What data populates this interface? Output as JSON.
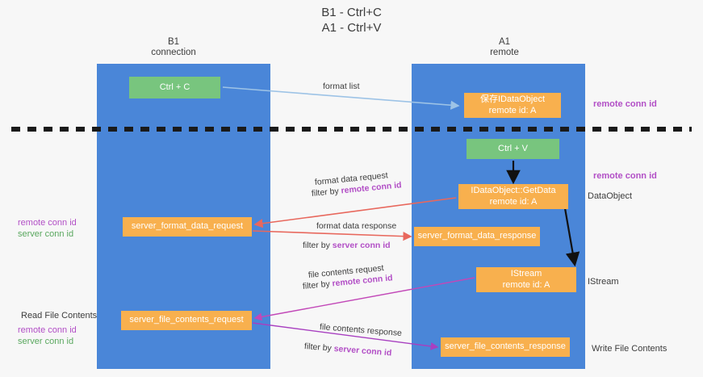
{
  "title": {
    "line1": "B1 - Ctrl+C",
    "line2": "A1 - Ctrl+V"
  },
  "colors": {
    "lane": "#4a86d8",
    "node_orange": "#f8b04e",
    "node_green": "#78c57e",
    "accent_purple": "#b24fc6",
    "accent_green": "#5aa85f",
    "arrow_blue": "#9dc3e6",
    "arrow_red": "#e8685d",
    "arrow_magenta": "#c248b8",
    "arrow_purple": "#a83fc0",
    "arrow_black": "#111111",
    "background": "#f7f7f7"
  },
  "lanes": [
    {
      "name": "b1",
      "title": "B1",
      "subtitle": "connection"
    },
    {
      "name": "a1",
      "title": "A1",
      "subtitle": "remote"
    }
  ],
  "nodes": [
    {
      "id": "ctrl-c",
      "line1": "Ctrl + C",
      "line2": "",
      "style": "green"
    },
    {
      "id": "save-idataobject",
      "line1": "保存IDataObject",
      "line2": "remote id: A",
      "style": "orange"
    },
    {
      "id": "ctrl-v",
      "line1": "Ctrl + V",
      "line2": "",
      "style": "green"
    },
    {
      "id": "idataobject-getdata",
      "line1": "IDataObject::GetData",
      "line2": "remote id: A",
      "style": "orange"
    },
    {
      "id": "server-format-data-request",
      "line1": "server_format_data_request",
      "line2": "",
      "style": "orange"
    },
    {
      "id": "server-format-data-response",
      "line1": "server_format_data_response",
      "line2": "",
      "style": "orange"
    },
    {
      "id": "istream",
      "line1": "IStream",
      "line2": "remote id: A",
      "style": "orange"
    },
    {
      "id": "server-file-contents-request",
      "line1": "server_file_contents_request",
      "line2": "",
      "style": "orange"
    },
    {
      "id": "server-file-contents-response",
      "line1": "server_file_contents_response",
      "line2": "",
      "style": "orange"
    }
  ],
  "edge_labels": {
    "format_list": "format list",
    "format_data_request": "format data request",
    "format_data_response": "format data response",
    "file_contents_request": "file contents request",
    "file_contents_response": "file contents response",
    "filter_by": "filter by ",
    "remote_conn_id": "remote conn id",
    "server_conn_id": "server conn id"
  },
  "side_labels": {
    "remote_conn_id": "remote conn id",
    "server_conn_id": "server conn id",
    "data_object": "DataObject",
    "istream": "IStream",
    "read_file_contents": "Read File Contents",
    "write_file_contents": "Write File Contents"
  },
  "chart_data": {
    "type": "diagram",
    "title": "B1 - Ctrl+C / A1 - Ctrl+V",
    "lanes": [
      "B1 connection",
      "A1 remote"
    ],
    "flows": [
      {
        "from": "Ctrl + C",
        "to": "保存IDataObject",
        "label": "format list",
        "color": "#9dc3e6"
      },
      {
        "from": "Ctrl + V",
        "to": "IDataObject::GetData",
        "label": "",
        "color": "#111111"
      },
      {
        "from": "IDataObject::GetData",
        "to": "server_format_data_request",
        "label": "format data request / filter by remote conn id",
        "color": "#e8685d"
      },
      {
        "from": "server_format_data_request",
        "to": "server_format_data_response",
        "label": "format data response / filter by server conn id",
        "color": "#e8685d"
      },
      {
        "from": "IDataObject::GetData",
        "to": "IStream",
        "label": "",
        "color": "#111111"
      },
      {
        "from": "IStream",
        "to": "server_file_contents_request",
        "label": "file contents request / filter by remote conn id",
        "color": "#c248b8"
      },
      {
        "from": "server_file_contents_request",
        "to": "server_file_contents_response",
        "label": "file contents response / filter by server conn id",
        "color": "#a83fc0"
      }
    ]
  }
}
